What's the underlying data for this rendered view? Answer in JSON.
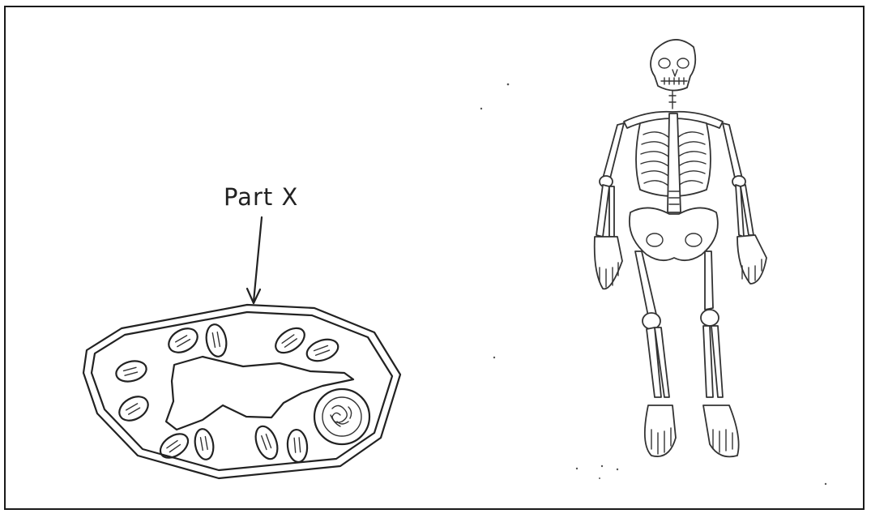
{
  "diagram": {
    "cell_label": "Part X",
    "left_figure": "plant-cell",
    "right_figure": "human-skeleton",
    "ink_color": "#222222",
    "background_color": "#ffffff"
  }
}
